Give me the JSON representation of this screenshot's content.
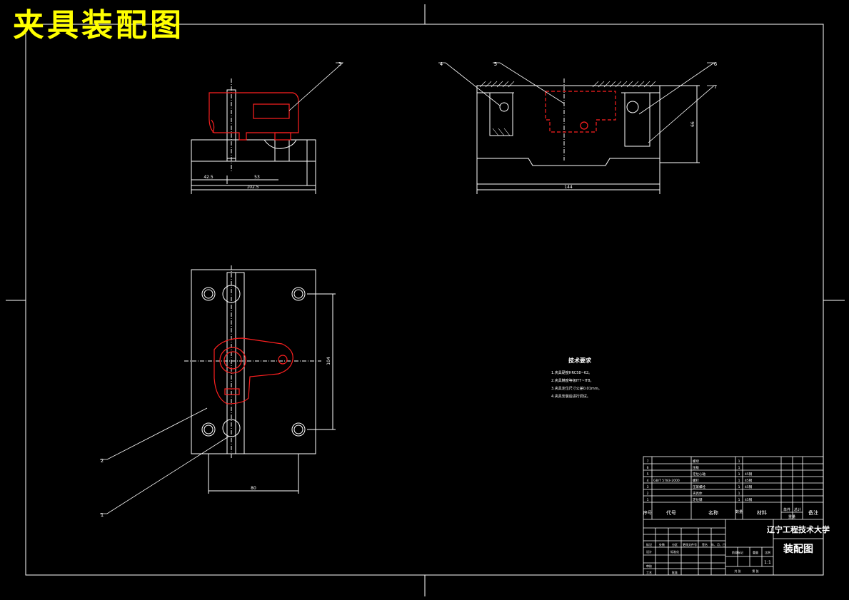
{
  "drawing": {
    "title": "夹具装配图",
    "colors": {
      "background": "#000000",
      "line": "#ffffff",
      "part_highlight": "#ff2020",
      "title": "#ffff00"
    }
  },
  "balloons": [
    "1",
    "2",
    "3",
    "4",
    "5",
    "6",
    "7"
  ],
  "dimensions": {
    "front_left": "42.5",
    "front_mid": "53",
    "front_total": "102.5",
    "side_total": "144",
    "side_height": "66",
    "plan_height": "104",
    "plan_width": "80"
  },
  "tech_requirements": {
    "heading": "技术要求",
    "items": [
      "1.夹具硬度HRC58~62。",
      "2.夹具精度等级IT7~IT8。",
      "3.夹具定位尺寸公差0.01mm。",
      "4.夹具安装后进行调试。"
    ]
  },
  "title_block": {
    "parts": [
      {
        "no": "7",
        "code": "",
        "name": "螺母",
        "qty": "1",
        "material": ""
      },
      {
        "no": "6",
        "code": "",
        "name": "压板",
        "qty": "1",
        "material": ""
      },
      {
        "no": "5",
        "code": "",
        "name": "定位心轴",
        "qty": "1",
        "material": "45钢"
      },
      {
        "no": "4",
        "code": "GB/T 5783-2000",
        "name": "螺钉",
        "qty": "1",
        "material": "45钢"
      },
      {
        "no": "3",
        "code": "",
        "name": "压紧螺栓",
        "qty": "1",
        "material": "45钢"
      },
      {
        "no": "2",
        "code": "",
        "name": "夹具体",
        "qty": "1",
        "material": ""
      },
      {
        "no": "1",
        "code": "",
        "name": "定位键",
        "qty": "1",
        "material": "45钢"
      }
    ],
    "header": {
      "no": "序号",
      "code": "代号",
      "name": "名称",
      "qty": "数量",
      "material": "材料",
      "single": "单件",
      "total": "总计",
      "weight": "重量",
      "remark": "备注"
    },
    "school": "辽宁工程技术大学",
    "drawing_name": "装配图",
    "rows": {
      "mark": "标记",
      "count": "处数",
      "zone": "分区",
      "change_no": "更改文件号",
      "sign": "签名",
      "date": "年、月、日",
      "design": "设计",
      "standard": "标准化",
      "review": "审核",
      "process": "工艺",
      "approve": "批准",
      "stage": "阶段标记",
      "mass": "重量",
      "scale": "比例",
      "scale_value": "1:1",
      "sheets": "共 张",
      "sheet": "第 张"
    }
  }
}
